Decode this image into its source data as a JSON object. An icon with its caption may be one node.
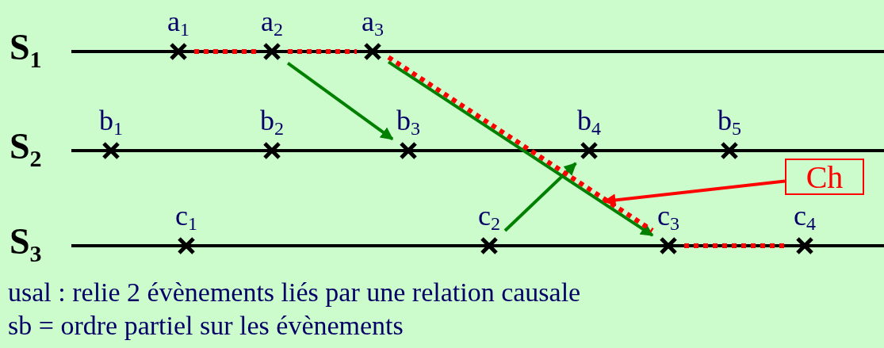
{
  "diagram": {
    "nodes": [
      {
        "text": [
          "a$_{1}$"
        ]
      },
      {
        "text": [
          "a$_{2}$"
        ]
      },
      {
        "text": [
          "a$_{3}$"
        ]
      },
      {
        "text": [
          "b$_{1}$"
        ]
      },
      {
        "text": [
          "b$_{2}$"
        ]
      },
      {
        "text": [
          "b$_{3}$"
        ]
      },
      {
        "text": [
          "b$_{4}$"
        ]
      },
      {
        "text": [
          "b$_{5}$"
        ]
      },
      {
        "text": [
          "c$_{1}$"
        ]
      },
      {
        "text": [
          "c$_{2}$"
        ]
      },
      {
        "text": [
          "c$_{3}$"
        ]
      },
      {
        "text": [
          "c$_{4}$"
        ]
      },
      {
        "text": [
          "Ch"
        ]
      }
    ],
    "edges": [
      {
        "from": 1,
        "to": 5,
        "arrow": "to",
        "color": "#008000"
      },
      {
        "from": 2,
        "to": 10,
        "arrow": "to",
        "color": "#008000"
      },
      {
        "from": 9,
        "to": 6,
        "arrow": "to",
        "color": "#008000"
      },
      {
        "from": 0,
        "to": 1,
        "arrow": "none",
        "style": "dashed"
      },
      {
        "from": 1,
        "to": 2,
        "arrow": "none",
        "style": "dashed"
      },
      {
        "from": 2,
        "to": 10,
        "arrow": "none",
        "style": "dashed"
      },
      {
        "from": 10,
        "to": 11,
        "arrow": "none",
        "style": "dashed"
      },
      {
        "from": 12,
        "to": null,
        "arrow": "to"
      }
    ],
    "labels": [
      "S$_{1}$",
      "S$_{2}$",
      "S$_{3}$",
      "usal : relie 2 évènements liés par une relation causale",
      "sb = ordre partiel sur les évènements"
    ]
  }
}
